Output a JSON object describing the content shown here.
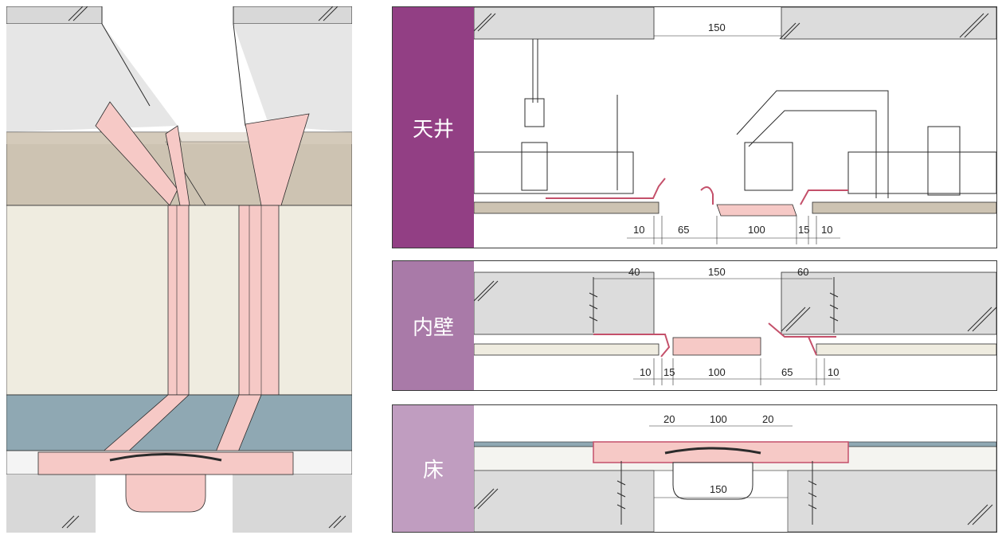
{
  "colors": {
    "ceiling_tab": "#923f84",
    "wall_tab": "#a97aa8",
    "floor_tab": "#c09dc0",
    "concrete": "#dcdcdc",
    "board_tan": "#cdc3b2",
    "wall_cream": "#efece0",
    "floor_blue": "#8fa8b3",
    "joint_pink": "#f6c9c6",
    "outline": "#2b2b2b",
    "accent_red": "#c4506a"
  },
  "panels": {
    "ceiling": {
      "label": "天井",
      "dim_top": "150",
      "dim_bottom": [
        "10",
        "65",
        "100",
        "15",
        "10"
      ]
    },
    "wall": {
      "label": "内壁",
      "dim_top": [
        "40",
        "150",
        "60"
      ],
      "dim_bottom": [
        "10",
        "15",
        "100",
        "65",
        "10"
      ]
    },
    "floor": {
      "label": "床",
      "dim_top": [
        "20",
        "100",
        "20"
      ],
      "dim_bottom": "150"
    }
  }
}
